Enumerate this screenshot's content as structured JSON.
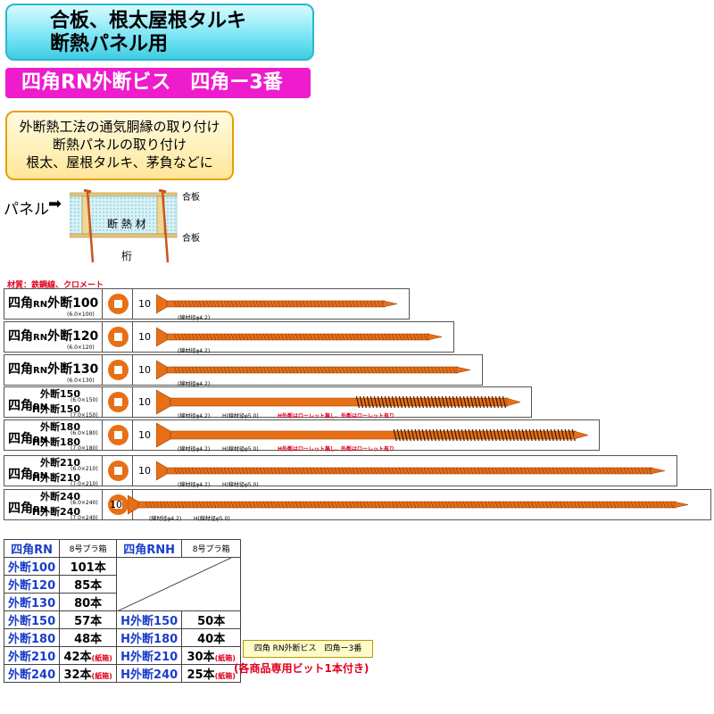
{
  "header": {
    "title_line1": "合板、根太屋根タルキ",
    "title_line2": "断熱パネル用",
    "product_name": "四角RN外断ビス　四角ー3番"
  },
  "usage": {
    "line1": "外断熱工法の通気胴縁の取り付け",
    "line2": "断熱パネルの取り付け",
    "line3": "根太、屋根タルキ、茅負などに"
  },
  "diagram": {
    "panel_label": "パネル",
    "arrow": "➡",
    "board_top": "合板",
    "board_bottom": "合板",
    "insulation": "断 熱 材",
    "joist": "桁"
  },
  "material": "材質：鉄鋼線、クロメート",
  "rows": [
    {
      "main": "四角",
      "main_small": "RN",
      "main2": "外断100",
      "dim": "(6.0×100)",
      "bit_no": "10",
      "note": "(線材径φ4.2)"
    },
    {
      "main": "四角",
      "main_small": "RN",
      "main2": "外断120",
      "dim": "(6.0×120)",
      "bit_no": "10",
      "note": "(線材径φ4.2)"
    },
    {
      "main": "四角",
      "main_small": "RN",
      "main2": "外断130",
      "dim": "(6.0×130)",
      "bit_no": "10",
      "note": "(線材径φ4.2)"
    },
    {
      "main": "四角",
      "main_small": "RN",
      "l1": "外断150",
      "d1": "(6.0×150)",
      "l2": "H外断150",
      "d2": "(7.0×150)",
      "bit_no": "10",
      "note": "(線材径φ4.2)",
      "note_h": "H(線材径φ5.0)",
      "note_red": "H外断はローレット無し、外断はローレット有り"
    },
    {
      "main": "四角",
      "main_small": "RN",
      "l1": "外断180",
      "d1": "(6.0×180)",
      "l2": "H外断180",
      "d2": "(7.0×180)",
      "bit_no": "10",
      "note": "(線材径φ4.2)",
      "note_h": "H(線材径φ5.0)",
      "note_red": "H外断はローレット無し、外断はローレット有り"
    },
    {
      "main": "四角",
      "main_small": "RN",
      "l1": "外断210",
      "d1": "(6.0×210)",
      "l2": "H外断210",
      "d2": "(7.0×210)",
      "bit_no": "10",
      "note": "(線材径φ4.2)",
      "note_h": "H(線材径φ5.0)"
    },
    {
      "main": "四角",
      "main_small": "RN",
      "l1": "外断240",
      "d1": "(6.0×240)",
      "l2": "H外断240",
      "d2": "(7.0×240)",
      "bit_no": "10",
      "note": "(線材径φ4.2)",
      "note_h": "H(線材径φ5.0)"
    }
  ],
  "table": {
    "hdr_rn": "四角RN",
    "hdr_box": "8号プラ箱",
    "hdr_rnh": "四角RNH",
    "hdr_box2": "8号プラ箱",
    "rows": [
      {
        "name": "外断100",
        "qty": "101本",
        "h": "",
        "hqty": ""
      },
      {
        "name": "外断120",
        "qty": "85本",
        "h": "",
        "hqty": ""
      },
      {
        "name": "外断130",
        "qty": "80本",
        "h": "",
        "hqty": ""
      },
      {
        "name": "外断150",
        "qty": "57本",
        "h": "H外断150",
        "hqty": "50本"
      },
      {
        "name": "外断180",
        "qty": "48本",
        "h": "H外断180",
        "hqty": "40本"
      },
      {
        "name": "外断210",
        "qty": "42本",
        "paper": "(紙箱)",
        "h": "H外断210",
        "hqty": "30本",
        "hpaper": "(紙箱)"
      },
      {
        "name": "外断240",
        "qty": "32本",
        "paper": "(紙箱)",
        "h": "H外断240",
        "hqty": "25本",
        "hpaper": "(紙箱)"
      }
    ]
  },
  "product_label": "四角 RN外断ビス　四角ー3番",
  "product_note": "(各商品専用ビット1本付き)",
  "colors": {
    "screw": "#e86f16",
    "banner": "#40cde3",
    "magenta": "#ee1ccd",
    "accent_red": "#e0001b"
  }
}
